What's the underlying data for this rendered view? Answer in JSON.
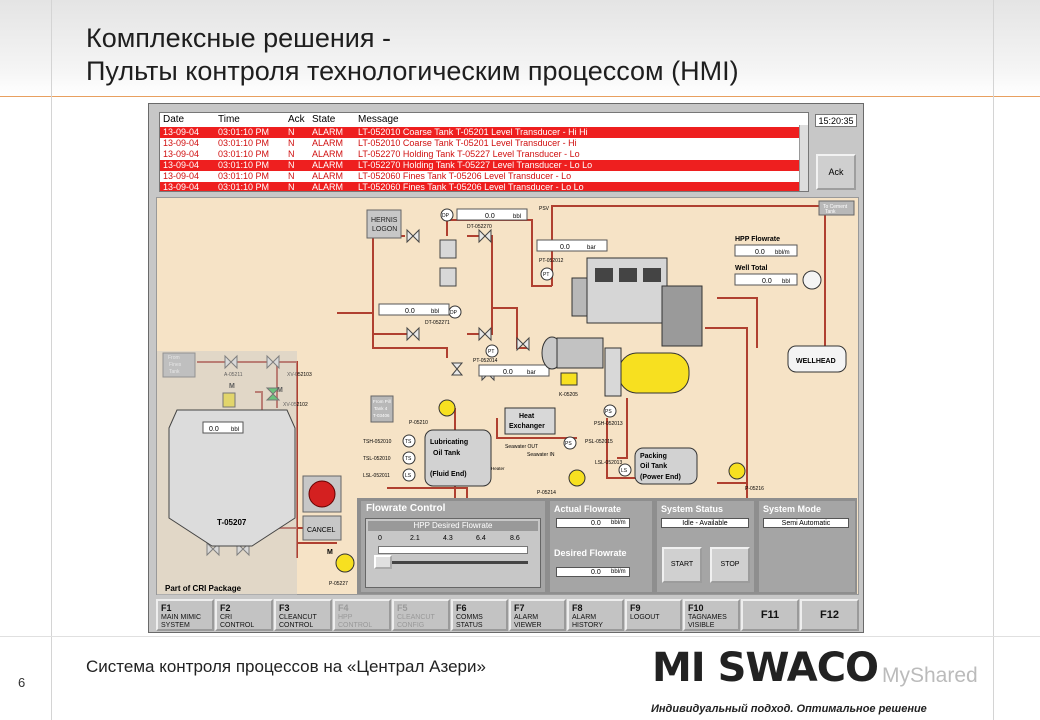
{
  "slide": {
    "title_line1": "Комплексные решения -",
    "title_line2": "Пульты контроля технологическим процессом (HMI)",
    "page_number": "6",
    "caption": "Система контроля процессов на «Централ Азери»",
    "logo_text": "MI SWACO",
    "logo_tagline": "Индивидуальный подход. Оптимальное решение",
    "watermark": "MyShared"
  },
  "alarms": {
    "headers": {
      "date": "Date",
      "time": "Time",
      "ack": "Ack",
      "state": "State",
      "message": "Message"
    },
    "rows": [
      {
        "date": "13-09-04",
        "time": "03:01:10 PM",
        "ack": "N",
        "state": "ALARM",
        "message": "LT-052010 Coarse Tank T-05201 Level Transducer - Hi Hi"
      },
      {
        "date": "13-09-04",
        "time": "03:01:10 PM",
        "ack": "N",
        "state": "ALARM",
        "message": "LT-052010 Coarse Tank T-05201 Level Transducer - Hi"
      },
      {
        "date": "13-09-04",
        "time": "03:01:10 PM",
        "ack": "N",
        "state": "ALARM",
        "message": "LT-052270 Holding Tank T-05227 Level Transducer - Lo"
      },
      {
        "date": "13-09-04",
        "time": "03:01:10 PM",
        "ack": "N",
        "state": "ALARM",
        "message": "LT-052270 Holding Tank T-05227 Level Transducer - Lo Lo"
      },
      {
        "date": "13-09-04",
        "time": "03:01:10 PM",
        "ack": "N",
        "state": "ALARM",
        "message": "LT-052060 Fines Tank T-05206 Level Transducer - Lo"
      },
      {
        "date": "13-09-04",
        "time": "03:01:10 PM",
        "ack": "N",
        "state": "ALARM",
        "message": "LT-052060 Fines Tank T-05206 Level Transducer - Lo Lo"
      }
    ],
    "clock": "15:20:35",
    "ack_label": "Ack"
  },
  "mimic": {
    "hernis_logon": [
      "HERNIS",
      "LOGON"
    ],
    "to_cement_tank": [
      "To Cement",
      "Tank"
    ],
    "from_fines_tank": [
      "From",
      "Fines",
      "Tank"
    ],
    "from_pill_tank": [
      "From Pill",
      "Tank 4",
      "T-03406"
    ],
    "dp_label": "DP",
    "pt_label": "PT",
    "ts_label": "TS",
    "ls_label": "LS",
    "ps_label": "PS",
    "m_label": "M",
    "dp_top_value": "0.0",
    "dp_bottom_value": "0.0",
    "pt_top_value": "0.0",
    "pt_mid_value": "0.0",
    "tank_value": "0.0",
    "hpp_flowrate_value": "0.0",
    "well_total_value": "0.0",
    "unit_bbl": "bbl",
    "unit_bar": "bar",
    "unit_bblm": "bbl/m",
    "tags": {
      "dt_052270": "DT-052270",
      "dt_052271": "DT-052271",
      "pt_052012": "PT-052012",
      "pt_052014": "PT-052014",
      "psv": "PSV",
      "a_05211": "A-05211",
      "xv_052103": "XV-052103",
      "xv_052102": "XV-052102",
      "p_05210": "P-05210",
      "k_05205": "K-05205",
      "psh_052013": "PSH-052013",
      "psl_052015": "PSL-052015",
      "tsh_052010": "TSH-052010",
      "tsl_052010": "TSL-052010",
      "lsl_052011": "LSL-052011",
      "p_05214": "P-05214",
      "lsl_052013": "LSL-052013",
      "p_05216": "P-05216",
      "p_05227": "P-05227",
      "t_05207": "T-05207",
      "seawater_out": "Seawater OUT",
      "seawater_in": "Seawater IN",
      "heater": "Heater"
    },
    "hpp_flowrate_label": "HPP Flowrate",
    "well_total_label": "Well Total",
    "wellhead": "WELLHEAD",
    "heat_exchanger": [
      "Heat",
      "Exchanger"
    ],
    "lube_tank": [
      "Lubricating",
      "Oil Tank",
      "(Fluid End)"
    ],
    "packing_tank": [
      "Packing",
      "Oil Tank",
      "(Power End)"
    ],
    "cancel": "CANCEL",
    "cri_package": "Part of CRI Package"
  },
  "flowrate_control": {
    "title": "Flowrate Control",
    "slider_title": "HPP Desired Flowrate",
    "ticks": [
      "0",
      "2.1",
      "4.3",
      "6.4",
      "8.6"
    ],
    "slider_value": 0.0
  },
  "actual_flowrate": {
    "title": "Actual Flowrate",
    "value": "0.0",
    "unit": "bbl/m"
  },
  "desired_flowrate": {
    "title": "Desired Flowrate",
    "value": "0.0",
    "unit": "bbl/m"
  },
  "system_status": {
    "title": "System Status",
    "value": "Idle - Available",
    "start": "START",
    "stop": "STOP"
  },
  "system_mode": {
    "title": "System Mode",
    "value": "Semi Automatic"
  },
  "function_keys": [
    {
      "key": "F1",
      "line1": "MAIN MIMIC",
      "line2": "SYSTEM",
      "disabled": false
    },
    {
      "key": "F2",
      "line1": "CRI",
      "line2": "CONTROL",
      "disabled": false
    },
    {
      "key": "F3",
      "line1": "CLEANCUT",
      "line2": "CONTROL",
      "disabled": false
    },
    {
      "key": "F4",
      "line1": "HPP",
      "line2": "CONTROL",
      "disabled": true
    },
    {
      "key": "F5",
      "line1": "CLEANCUT",
      "line2": "CONFIG",
      "disabled": true
    },
    {
      "key": "F6",
      "line1": "COMMS",
      "line2": "STATUS",
      "disabled": false
    },
    {
      "key": "F7",
      "line1": "ALARM",
      "line2": "VIEWER",
      "disabled": false
    },
    {
      "key": "F8",
      "line1": "ALARM",
      "line2": "HISTORY",
      "disabled": false
    },
    {
      "key": "F9",
      "line1": "LOGOUT",
      "line2": "",
      "disabled": false
    },
    {
      "key": "F10",
      "line1": "TAGNAMES",
      "line2": "VISIBLE",
      "disabled": false
    },
    {
      "key": "F11",
      "line1": "",
      "line2": "",
      "disabled": false
    },
    {
      "key": "F12",
      "line1": "",
      "line2": "",
      "disabled": false
    }
  ],
  "colors": {
    "alarm_red": "#ee1f1f",
    "pipe": "#b04030",
    "mimic_bg": "#f6e3c6",
    "pump_yellow": "#f7e020",
    "panel_grey": "#c7c7c7"
  }
}
